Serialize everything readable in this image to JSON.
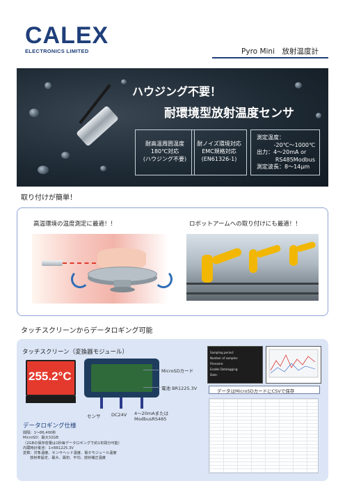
{
  "brand": {
    "logo_word": "CALEX",
    "logo_sub": "ELECTRONICS LIMITED"
  },
  "product": {
    "title": "Pyro Mini　放射温度計"
  },
  "hero": {
    "headline": "ハウジング不要！",
    "subline": "耐環境型放射温度センサ",
    "features": [
      {
        "lines": [
          "耐高温周囲温度",
          "180℃対応",
          "(ハウジング不要)"
        ]
      },
      {
        "lines": [
          "耐ノイズ環境対応",
          "EMC規格対応",
          "(EN61326-1)"
        ]
      },
      {
        "lines": [
          "測定温度：",
          "-20℃～1000℃",
          "出力：4～20mA  or",
          "RS485Modbus",
          "測定波長：8～14μm"
        ]
      }
    ]
  },
  "section1": {
    "heading": "取り付けが簡単！",
    "caption_left": "高温環境の温度測定に最適！！",
    "caption_right": "ロボットアームへの取り付けにも最適！！"
  },
  "section2": {
    "heading": "タッチスクリーンからデータロギング可能",
    "touchscreen_heading": "タッチスクリーン（変換器モジュール）",
    "display_value": "255.2°C",
    "callouts": {
      "microsd": "MicroSDカード",
      "battery": "電池  BR1225.3V",
      "sensor": "センサ",
      "dc": "DC24V",
      "output_line1": "4～20mAまたは",
      "output_line2": "ModbusRS485"
    },
    "csv_label": "データはMicroSDカードにCSVで保存",
    "spec_heading": "データロギング仕様",
    "spec_lines": [
      "間隔：1～86,400秒",
      "MicroSD：最大32GB",
      "（2GBの保存容量は1秒毎データロギングで約1年間分可能）",
      "内蔵時計電池：1×BR1225.3V",
      "変数：対象温度、センサヘッド温度、電子モジュール温度",
      "放射率設定、最大、最初、平均、放射補正温度"
    ],
    "ui_rows": [
      "Sampling period:",
      "Number of samples:",
      "Filename:",
      "Enable Datalogging:",
      "Date:"
    ]
  },
  "colors": {
    "brand_blue": "#1f3f7a",
    "accent_red": "#e43a2e",
    "panel_blue": "#dbe5f6",
    "frame_blue": "#8fa3d8"
  }
}
